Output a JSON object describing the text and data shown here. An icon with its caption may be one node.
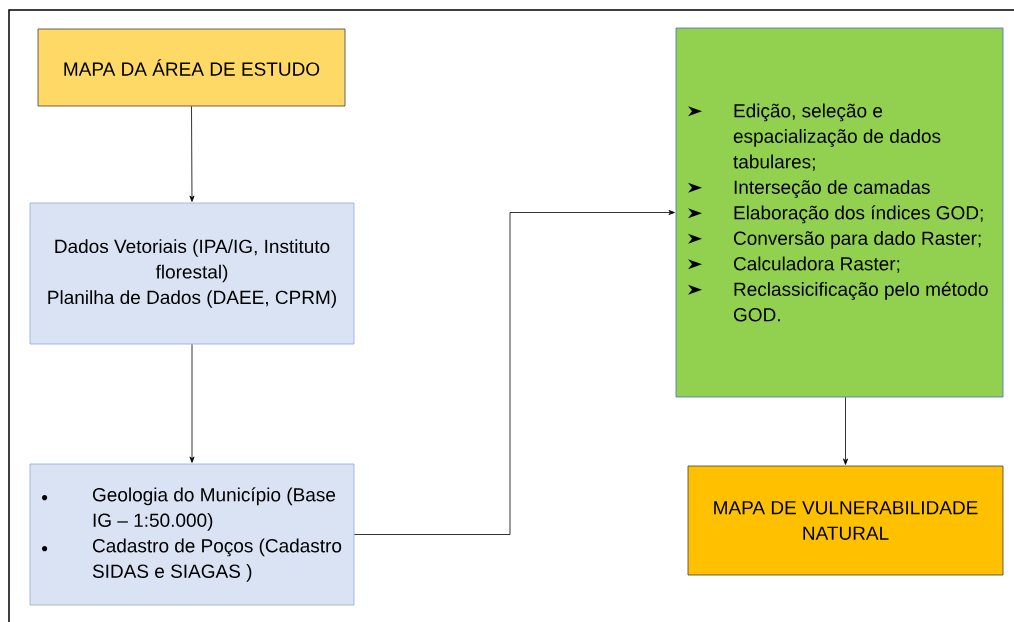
{
  "diagram": {
    "nodes": [
      {
        "text": [
          "MAPA DA ÁREA DE ESTUDO"
        ]
      },
      {
        "text": [
          "Dados Vetoriais (IPA/IG, Instituto florestal)",
          "Planilha de Dados (DAEE, CPRM)"
        ]
      },
      {
        "text": [
          "Geologia do Município (Base IG – 1:50.000)",
          "Cadastro de Poços (Cadastro SIDAS e SIAGAS )"
        ]
      },
      {
        "text": [
          "Edição, seleção e espacialização de dados tabulares;",
          "Interseção de camadas",
          "Elaboração dos índices GOD;",
          "Conversão para dado Raster;",
          "Calculadora Raster;",
          "Reclassicificação pelo método GOD."
        ]
      },
      {
        "text": [
          "MAPA DE VULNERABILIDADE NATURAL"
        ]
      }
    ],
    "edges": [
      {
        "from": 0,
        "to": 1,
        "arrow": "to"
      },
      {
        "from": 1,
        "to": 2,
        "arrow": "to"
      },
      {
        "from": 2,
        "to": 3,
        "arrow": "to"
      },
      {
        "from": 3,
        "to": 4,
        "arrow": "to"
      }
    ]
  }
}
